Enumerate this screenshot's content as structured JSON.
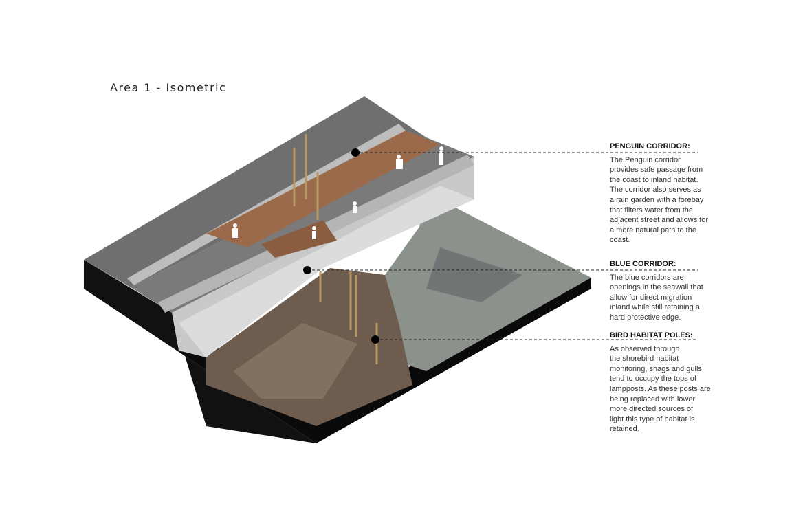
{
  "title": "Area 1 - Isometric",
  "callouts": [
    {
      "heading": "PENGUIN CORRIDOR:",
      "lines": [
        "The Penguin corridor",
        "provides safe passage from",
        "the coast to inland habitat.",
        "The corridor also serves as",
        "a rain garden with a forebay",
        "that filters water from the",
        "adjacent street and allows for",
        "a more natural path to the",
        "coast."
      ]
    },
    {
      "heading": "BLUE CORRIDOR:",
      "lines": [
        "The blue corridors are",
        "openings in the seawall that",
        "allow for direct migration",
        "inland while still retaining a",
        "hard protective edge."
      ]
    },
    {
      "heading": "BIRD HABITAT POLES:",
      "lines": [
        "As observed through",
        "the shorebird habitat",
        "monitoring, shags and gulls",
        "tend to occupy the tops of",
        "lampposts. As these posts are",
        "being replaced with lower",
        "more directed sources of",
        "light this type of habitat is",
        "retained."
      ]
    }
  ],
  "colors": {
    "road": "#6f6f6f",
    "base": "#0a0a0a",
    "wall": "#c9c9c9",
    "deck": "#9a6a4a",
    "water": "#8a918a",
    "rock": "#6b5a4c"
  }
}
